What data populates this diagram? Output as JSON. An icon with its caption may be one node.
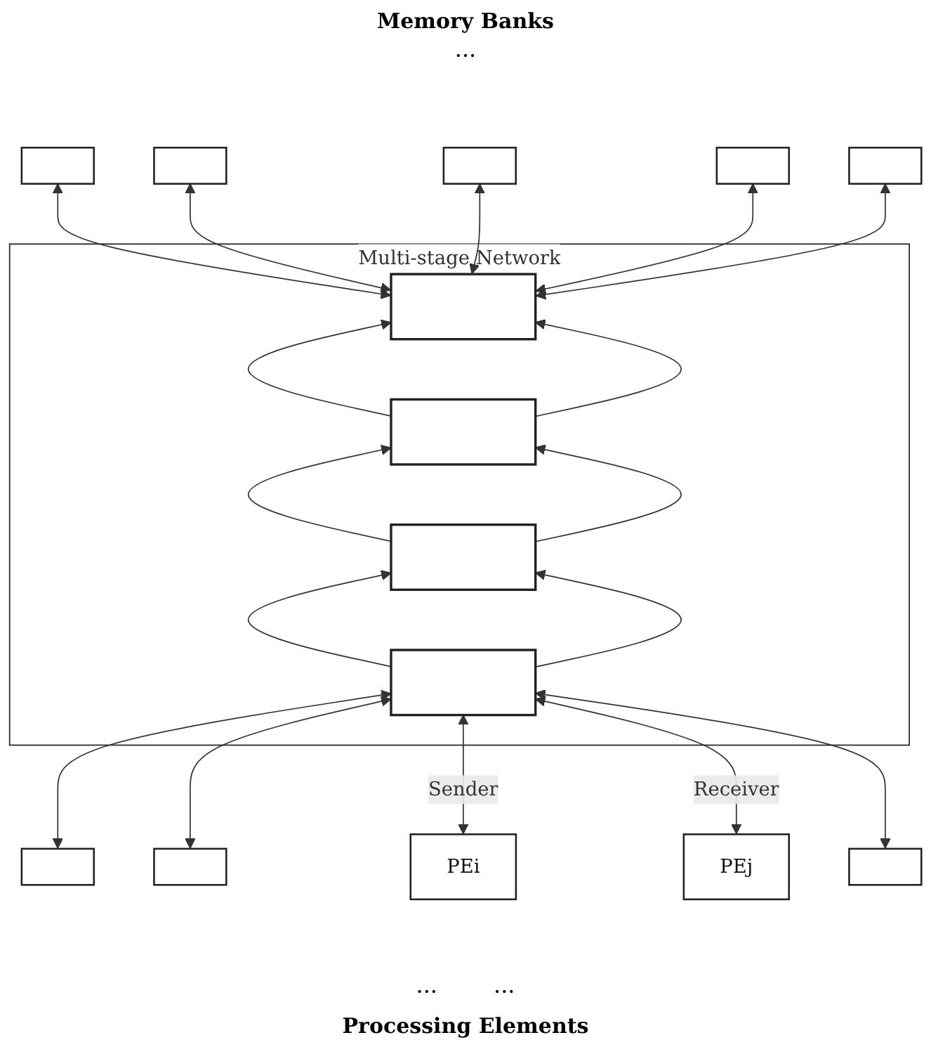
{
  "diagram": {
    "title": "Memory Banks",
    "caption": "Processing Elements",
    "nodes": [
      {
        "text": [],
        "shape": "box"
      },
      {
        "text": [],
        "shape": "box"
      },
      {
        "text": [],
        "shape": "box"
      },
      {
        "text": [],
        "shape": "box"
      },
      {
        "text": [],
        "shape": "box"
      },
      {
        "text": [
          "Multi-stage Network"
        ]
      },
      {
        "text": [],
        "shape": "bar",
        "in": 5
      },
      {
        "text": [],
        "shape": "bar",
        "in": 5
      },
      {
        "text": [],
        "shape": "bar",
        "in": 5
      },
      {
        "text": [],
        "shape": "bar",
        "in": 5
      },
      {
        "text": [],
        "shape": "box"
      },
      {
        "text": [],
        "shape": "box"
      },
      {
        "text": [
          "PEi"
        ]
      },
      {
        "text": [
          "PEj"
        ]
      },
      {
        "text": [],
        "shape": "box"
      }
    ],
    "edges": [
      {
        "from": 0,
        "to": 6,
        "arrow": "both"
      },
      {
        "from": 1,
        "to": 6,
        "arrow": "both"
      },
      {
        "from": 2,
        "to": 6,
        "arrow": "both"
      },
      {
        "from": 3,
        "to": 6,
        "arrow": "both"
      },
      {
        "from": 4,
        "to": 6,
        "arrow": "both"
      },
      {
        "from": 9,
        "to": 8,
        "arrow": "to"
      },
      {
        "from": 8,
        "to": 7,
        "arrow": "to"
      },
      {
        "from": 7,
        "to": 6,
        "arrow": "to"
      },
      {
        "from": 9,
        "to": 8,
        "arrow": "to"
      },
      {
        "from": 8,
        "to": 7,
        "arrow": "to"
      },
      {
        "from": 7,
        "to": 6,
        "arrow": "to"
      },
      {
        "from": 10,
        "to": 9,
        "arrow": "both"
      },
      {
        "from": 11,
        "to": 9,
        "arrow": "both"
      },
      {
        "from": 12,
        "to": 9,
        "arrow": "both",
        "label": "Sender"
      },
      {
        "from": 13,
        "to": 9,
        "arrow": "both",
        "label": "Receiver"
      },
      {
        "from": 14,
        "to": 9,
        "arrow": "both"
      }
    ],
    "labels": [
      "···",
      "···",
      "···"
    ]
  }
}
